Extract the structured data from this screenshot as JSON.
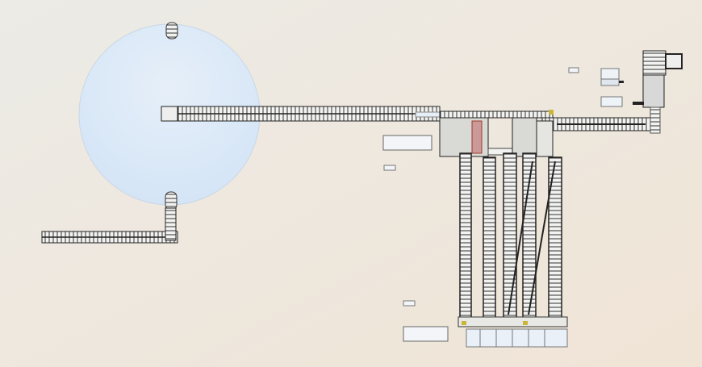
{
  "colors": {
    "background_left": "#ece9e2",
    "background_right": "#efe6da",
    "disc_fill": "#dbe9f8",
    "structure_stroke": "#2a2a2a",
    "structure_fill": "#f4f4f2",
    "accent_yellow": "#c8b53a",
    "accent_red": "#9a3a2a"
  },
  "icons": [
    "circular-storage-area",
    "conveyor-line",
    "rack-aisle",
    "loading-bay"
  ]
}
